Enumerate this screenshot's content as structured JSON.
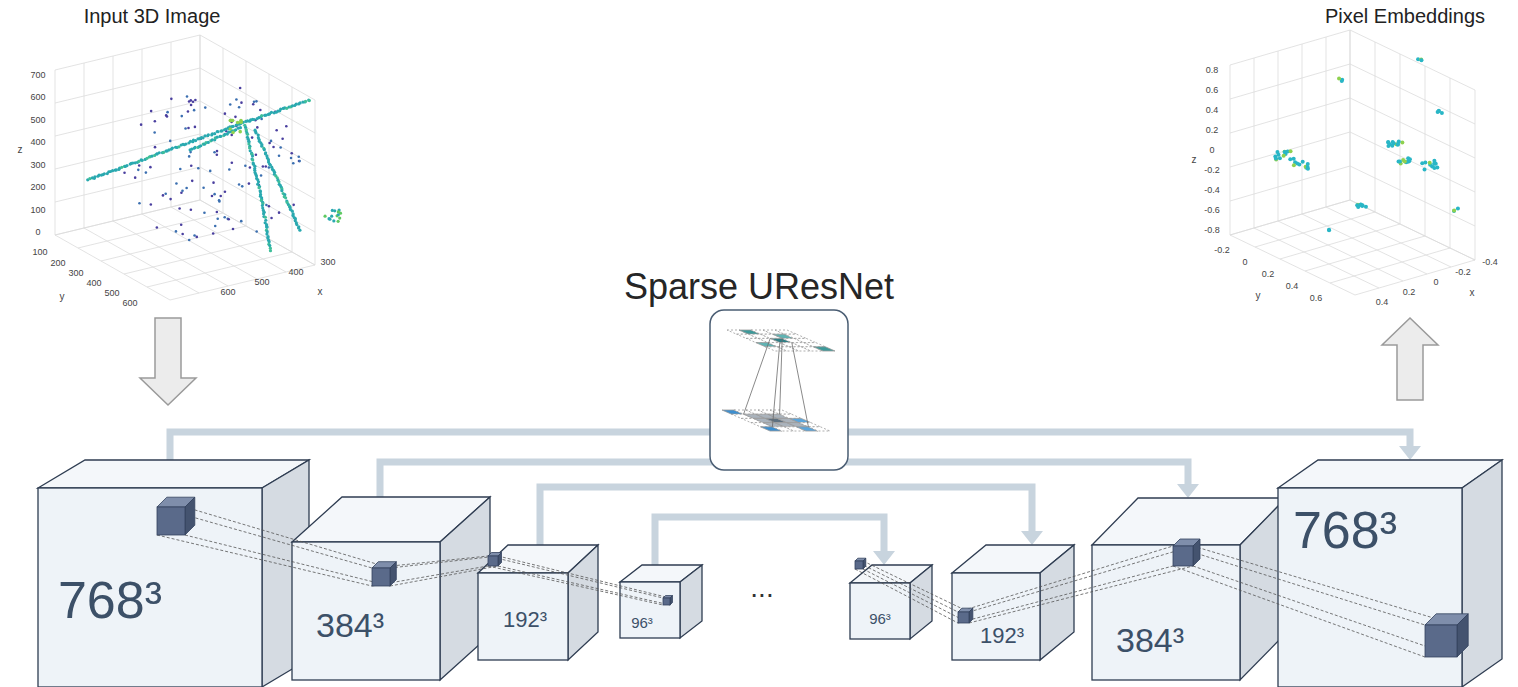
{
  "diagram": {
    "title": "Sparse UResNet",
    "nodes": [
      {
        "text": [
          "768³"
        ]
      },
      {
        "text": [
          "384³"
        ]
      },
      {
        "text": [
          "192³"
        ]
      },
      {
        "text": [
          "96³"
        ]
      },
      {
        "text": [
          "96³"
        ]
      },
      {
        "text": [
          "192³"
        ]
      },
      {
        "text": [
          "384³"
        ]
      },
      {
        "text": [
          "768³"
        ]
      }
    ],
    "edges": [
      {
        "from": 0,
        "to": 7,
        "arrow": "to"
      },
      {
        "from": 1,
        "to": 6,
        "arrow": "to"
      },
      {
        "from": 2,
        "to": 5,
        "arrow": "to"
      },
      {
        "from": 3,
        "to": 4,
        "arrow": "to"
      }
    ],
    "labels": [
      "Input 3D Image",
      "Pixel Embeddings",
      "...",
      "700",
      "600",
      "500",
      "400",
      "300",
      "200",
      "100",
      "0",
      "z",
      "100",
      "200",
      "300",
      "400",
      "500",
      "600",
      "y",
      "300",
      "400",
      "500",
      "600",
      "x",
      "0.8",
      "0.6",
      "0.4",
      "0.2",
      "0",
      "-0.2",
      "-0.4",
      "-0.6",
      "-0.8",
      "z",
      "-0.2",
      "0",
      "0.2",
      "0.4",
      "0.6",
      "y",
      "-0.4",
      "-0.2",
      "0",
      "0.2",
      "0.4",
      "x"
    ]
  }
}
